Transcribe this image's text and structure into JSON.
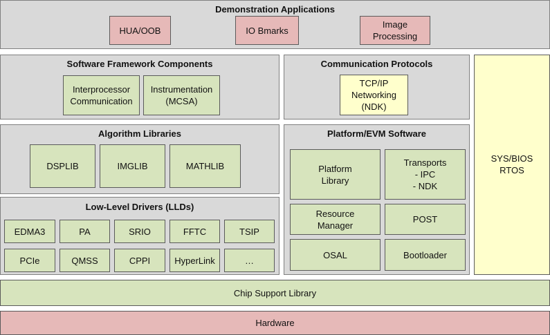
{
  "colors": {
    "panel_gray": "#d9d9d9",
    "pink": "#e6b9b8",
    "green": "#d7e4bd",
    "yellow": "#ffffcc"
  },
  "demo": {
    "title": "Demonstration Applications",
    "items": [
      "HUA/OOB",
      "IO Bmarks",
      "Image\nProcessing"
    ]
  },
  "framework": {
    "title": "Software Framework Components",
    "items": [
      "Interprocessor\nCommunication",
      "Instrumentation\n(MCSA)"
    ]
  },
  "comm": {
    "title": "Communication Protocols",
    "items": [
      "TCP/IP\nNetworking\n(NDK)"
    ]
  },
  "sysbios": {
    "label": "SYS/BIOS\nRTOS"
  },
  "algo": {
    "title": "Algorithm Libraries",
    "items": [
      "DSPLIB",
      "IMGLIB",
      "MATHLIB"
    ]
  },
  "platform": {
    "title": "Platform/EVM Software",
    "items": [
      "Platform\nLibrary",
      "Transports\n- IPC\n- NDK",
      "Resource\nManager",
      "POST",
      "OSAL",
      "Bootloader"
    ]
  },
  "lld": {
    "title": "Low-Level Drivers (LLDs)",
    "items": [
      "EDMA3",
      "PA",
      "SRIO",
      "FFTC",
      "TSIP",
      "PCIe",
      "QMSS",
      "CPPI",
      "HyperLink",
      "…"
    ]
  },
  "csl": {
    "label": "Chip Support Library"
  },
  "hardware": {
    "label": "Hardware"
  }
}
